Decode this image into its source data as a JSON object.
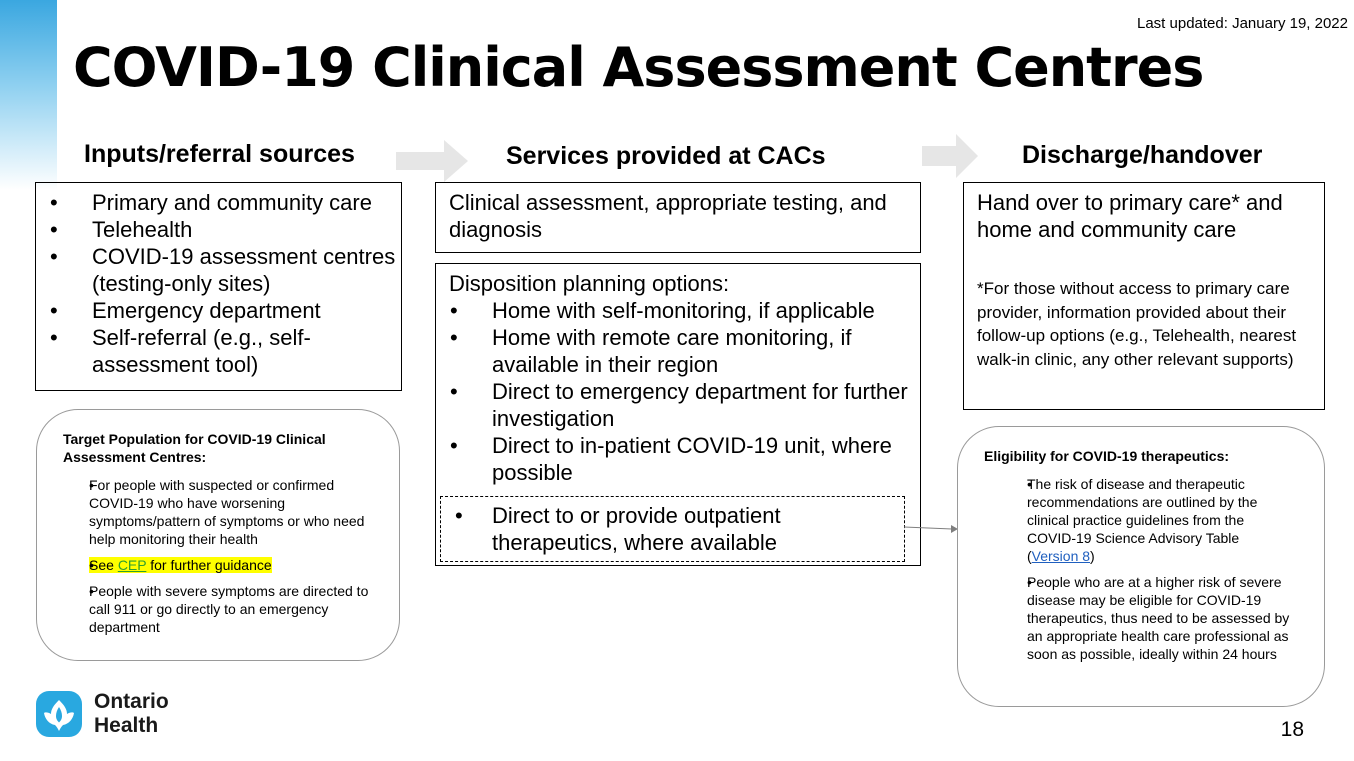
{
  "updated": "Last updated: January 19, 2022",
  "title": "COVID-19 Clinical Assessment Centres",
  "columns": {
    "inputs": "Inputs/referral sources",
    "services": "Services provided at CACs",
    "discharge": "Discharge/handover"
  },
  "inputs_list": [
    "Primary and community care",
    "Telehealth",
    "COVID-19 assessment centres (testing-only sites)",
    "Emergency department",
    "Self-referral (e.g., self-assessment tool)"
  ],
  "services_box1": "Clinical assessment, appropriate testing, and diagnosis",
  "disposition": {
    "heading": "Disposition planning options:",
    "items": [
      "Home with self-monitoring, if applicable",
      "Home with remote care monitoring, if available in their region",
      "Direct to emergency department for further investigation",
      "Direct to in-patient COVID-19 unit, where possible"
    ],
    "dashed_item": "Direct to or provide outpatient therapeutics, where available"
  },
  "discharge": {
    "main": "Hand over to primary care* and home and community care",
    "note": "*For those without access to primary care provider, information provided about their follow-up options (e.g., Telehealth, nearest walk-in clinic, any other relevant supports)"
  },
  "target": {
    "title": "Target Population for COVID-19 Clinical Assessment Centres:",
    "item1": "For people with suspected or confirmed COVID-19 who have worsening symptoms/pattern of symptoms or who need help monitoring their health",
    "item2_pre": "See ",
    "item2_link": "CEP",
    "item2_post": " for further guidance",
    "item3": "People with severe symptoms are directed to call 911 or go directly to an emergency department"
  },
  "eligibility": {
    "title": "Eligibility for COVID-19 therapeutics:",
    "item1": "The risk of disease and therapeutic recommendations are outlined by the clinical practice guidelines from the COVID-19 Science Advisory Table",
    "item1_open": "(",
    "item1_link": "Version 8",
    "item1_close": ")",
    "item2": "People who are at a higher risk of severe disease may be eligible for COVID-19 therapeutics, thus need to be assessed by an appropriate health care professional as soon as possible, ideally within 24 hours"
  },
  "logo": {
    "line1": "Ontario",
    "line2": "Health",
    "icon": "ontario-trillium-icon"
  },
  "page_number": "18",
  "colors": {
    "accent_gradient_top": "#3aa7e0",
    "arrow": "#e6e6e6",
    "logo_blue": "#29a8e0",
    "highlight": "#ffff00",
    "link": "#1f5fbf"
  }
}
